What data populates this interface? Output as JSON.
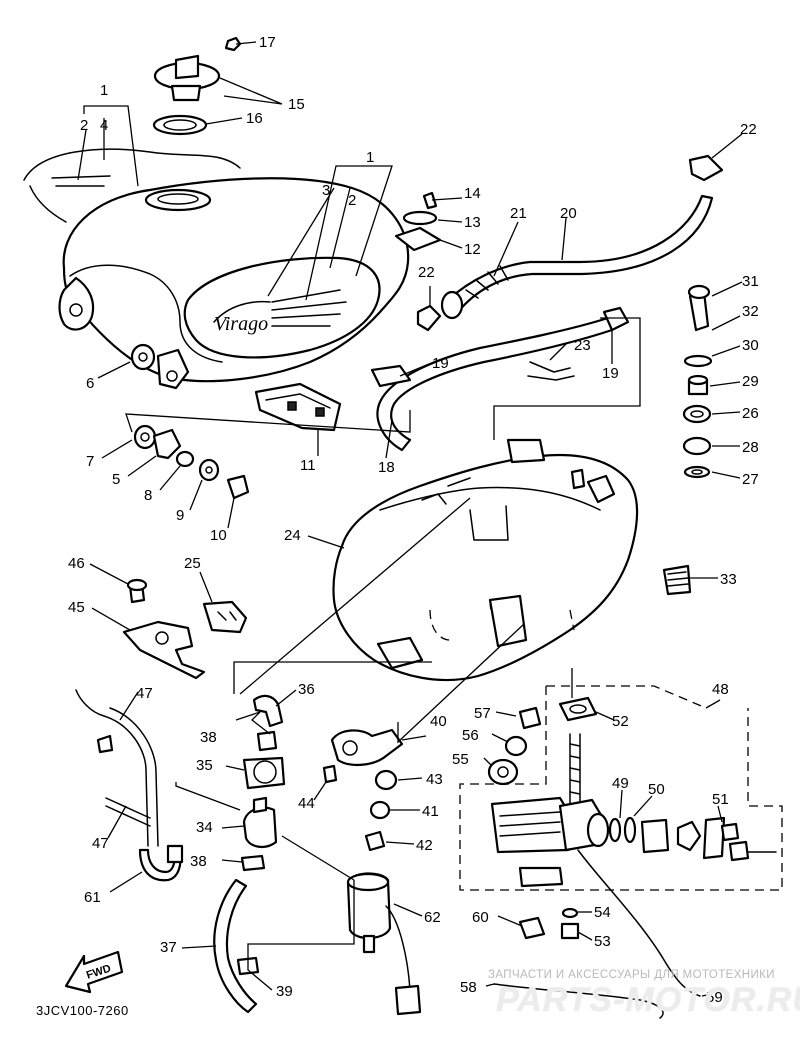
{
  "diagram": {
    "code": "3JCV100-7260",
    "direction_label": "FWD",
    "watermark": {
      "line1": "ЗАПЧАСТИ И АКСЕССУАРЫ ДЛЯ МОТОТЕХНИКИ",
      "brand": "PARTS-MOTOR.RU"
    },
    "callouts": [
      "1",
      "1",
      "2",
      "2",
      "3",
      "4",
      "5",
      "6",
      "7",
      "8",
      "9",
      "10",
      "11",
      "12",
      "13",
      "14",
      "15",
      "16",
      "17",
      "18",
      "19",
      "19",
      "20",
      "21",
      "22",
      "22",
      "23",
      "24",
      "25",
      "26",
      "27",
      "28",
      "29",
      "30",
      "31",
      "32",
      "33",
      "34",
      "35",
      "36",
      "37",
      "38",
      "38",
      "39",
      "40",
      "41",
      "42",
      "43",
      "44",
      "45",
      "46",
      "47",
      "47",
      "48",
      "49",
      "50",
      "51",
      "52",
      "53",
      "54",
      "55",
      "56",
      "57",
      "58",
      "59",
      "60",
      "61",
      "62"
    ]
  }
}
